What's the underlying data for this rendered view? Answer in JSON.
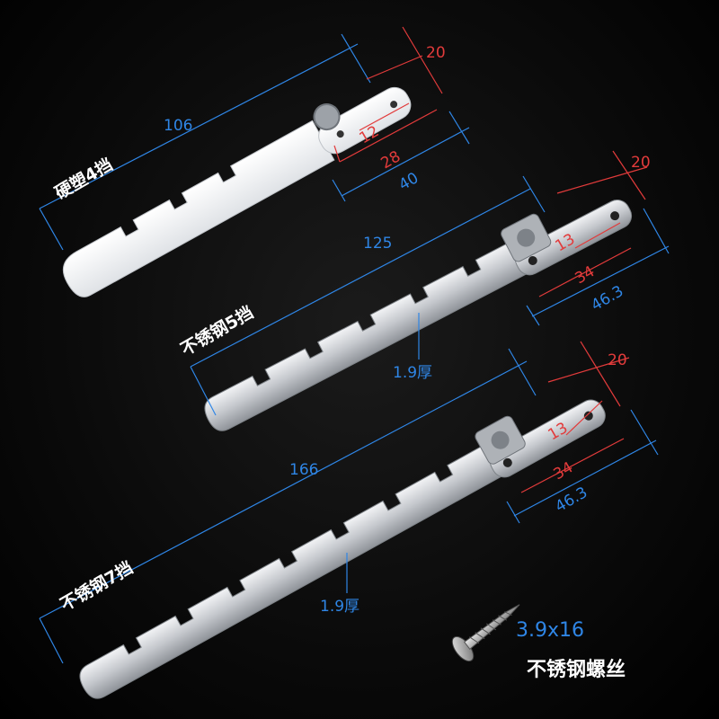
{
  "products": [
    {
      "name": "硬塑4挡",
      "length": "106",
      "width": "20",
      "hole_spacing": "12",
      "pivot_span": "28",
      "base_length": "40",
      "thickness": ""
    },
    {
      "name": "不锈钢5挡",
      "length": "125",
      "width": "20",
      "hole_spacing": "13",
      "pivot_span": "34",
      "base_length": "46.3",
      "thickness": "1.9厚"
    },
    {
      "name": "不锈钢7挡",
      "length": "166",
      "width": "20",
      "hole_spacing": "13",
      "pivot_span": "34",
      "base_length": "46.3",
      "thickness": "1.9厚"
    }
  ],
  "screw": {
    "size": "3.9x16",
    "name": "不锈钢螺丝"
  },
  "colors": {
    "dimension_blue": "#2f86e6",
    "dimension_red": "#e23b3b",
    "plastic": "#f4f5f7",
    "steel": "#c9ccd0"
  }
}
